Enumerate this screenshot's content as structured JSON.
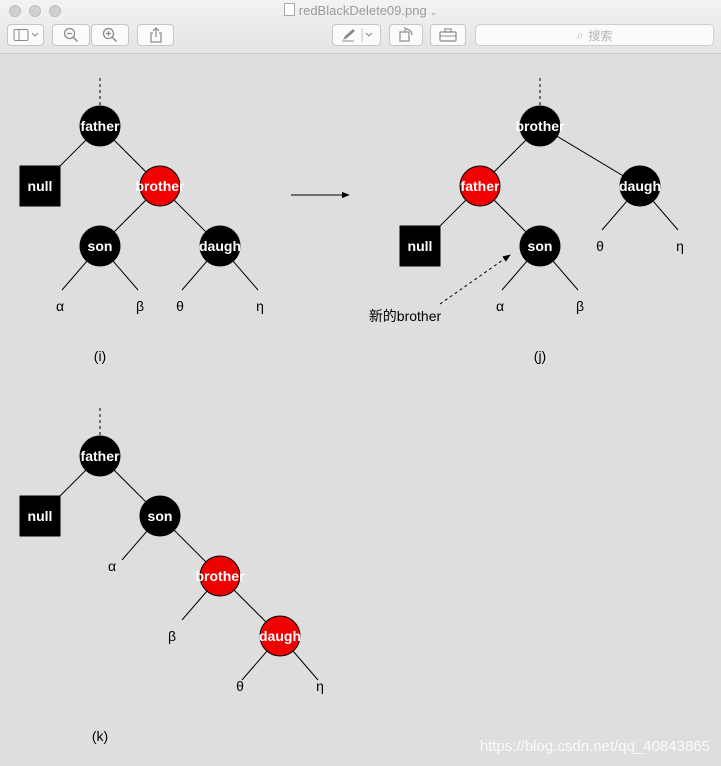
{
  "window": {
    "title": "redBlackDelete09.png",
    "search_placeholder": "搜索"
  },
  "colors": {
    "red_node": "#f00000",
    "black_node": "#000000",
    "canvas": "#dedede"
  },
  "icons": {
    "sidebar": "sidebar-toggle-icon",
    "zoom_out": "zoom-out-icon",
    "zoom_in": "zoom-in-icon",
    "share": "share-icon",
    "markup": "pen-icon",
    "rotate": "rotate-icon",
    "toolbox": "toolbox-icon"
  },
  "diagram": {
    "i": {
      "caption": "(i)",
      "father": "father",
      "null": "null",
      "brother": "brother",
      "son": "son",
      "daugh": "daugh",
      "alpha": "α",
      "beta": "β",
      "theta": "θ",
      "eta": "η"
    },
    "j": {
      "caption": "(j)",
      "brother": "brother",
      "father": "father",
      "daugh": "daugh",
      "null": "null",
      "son": "son",
      "alpha": "α",
      "beta": "β",
      "theta": "θ",
      "eta": "η",
      "annotation": "新的brother"
    },
    "k": {
      "caption": "(k)",
      "father": "father",
      "null": "null",
      "son": "son",
      "brother": "brother",
      "daugh": "daugh",
      "alpha": "α",
      "beta": "β",
      "theta": "θ",
      "eta": "η"
    },
    "watermark": "https://blog.csdn.net/qq_40843865"
  }
}
